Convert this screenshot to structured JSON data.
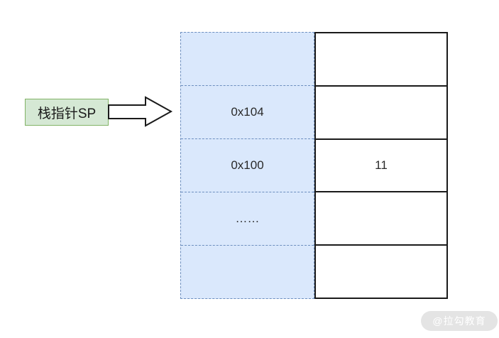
{
  "diagram": {
    "pointer_label": "栈指针SP",
    "memory": {
      "address_rows": [
        "",
        "0x104",
        "0x100",
        "……",
        ""
      ],
      "value_rows": [
        "",
        "",
        "11",
        "",
        ""
      ]
    },
    "watermark": "@拉勾教育",
    "colors": {
      "label_fill": "#d5e8d4",
      "label_border": "#82b366",
      "address_fill": "#dae8fc",
      "address_border": "#6c8ebf",
      "table_border": "#1a1a1a"
    }
  }
}
